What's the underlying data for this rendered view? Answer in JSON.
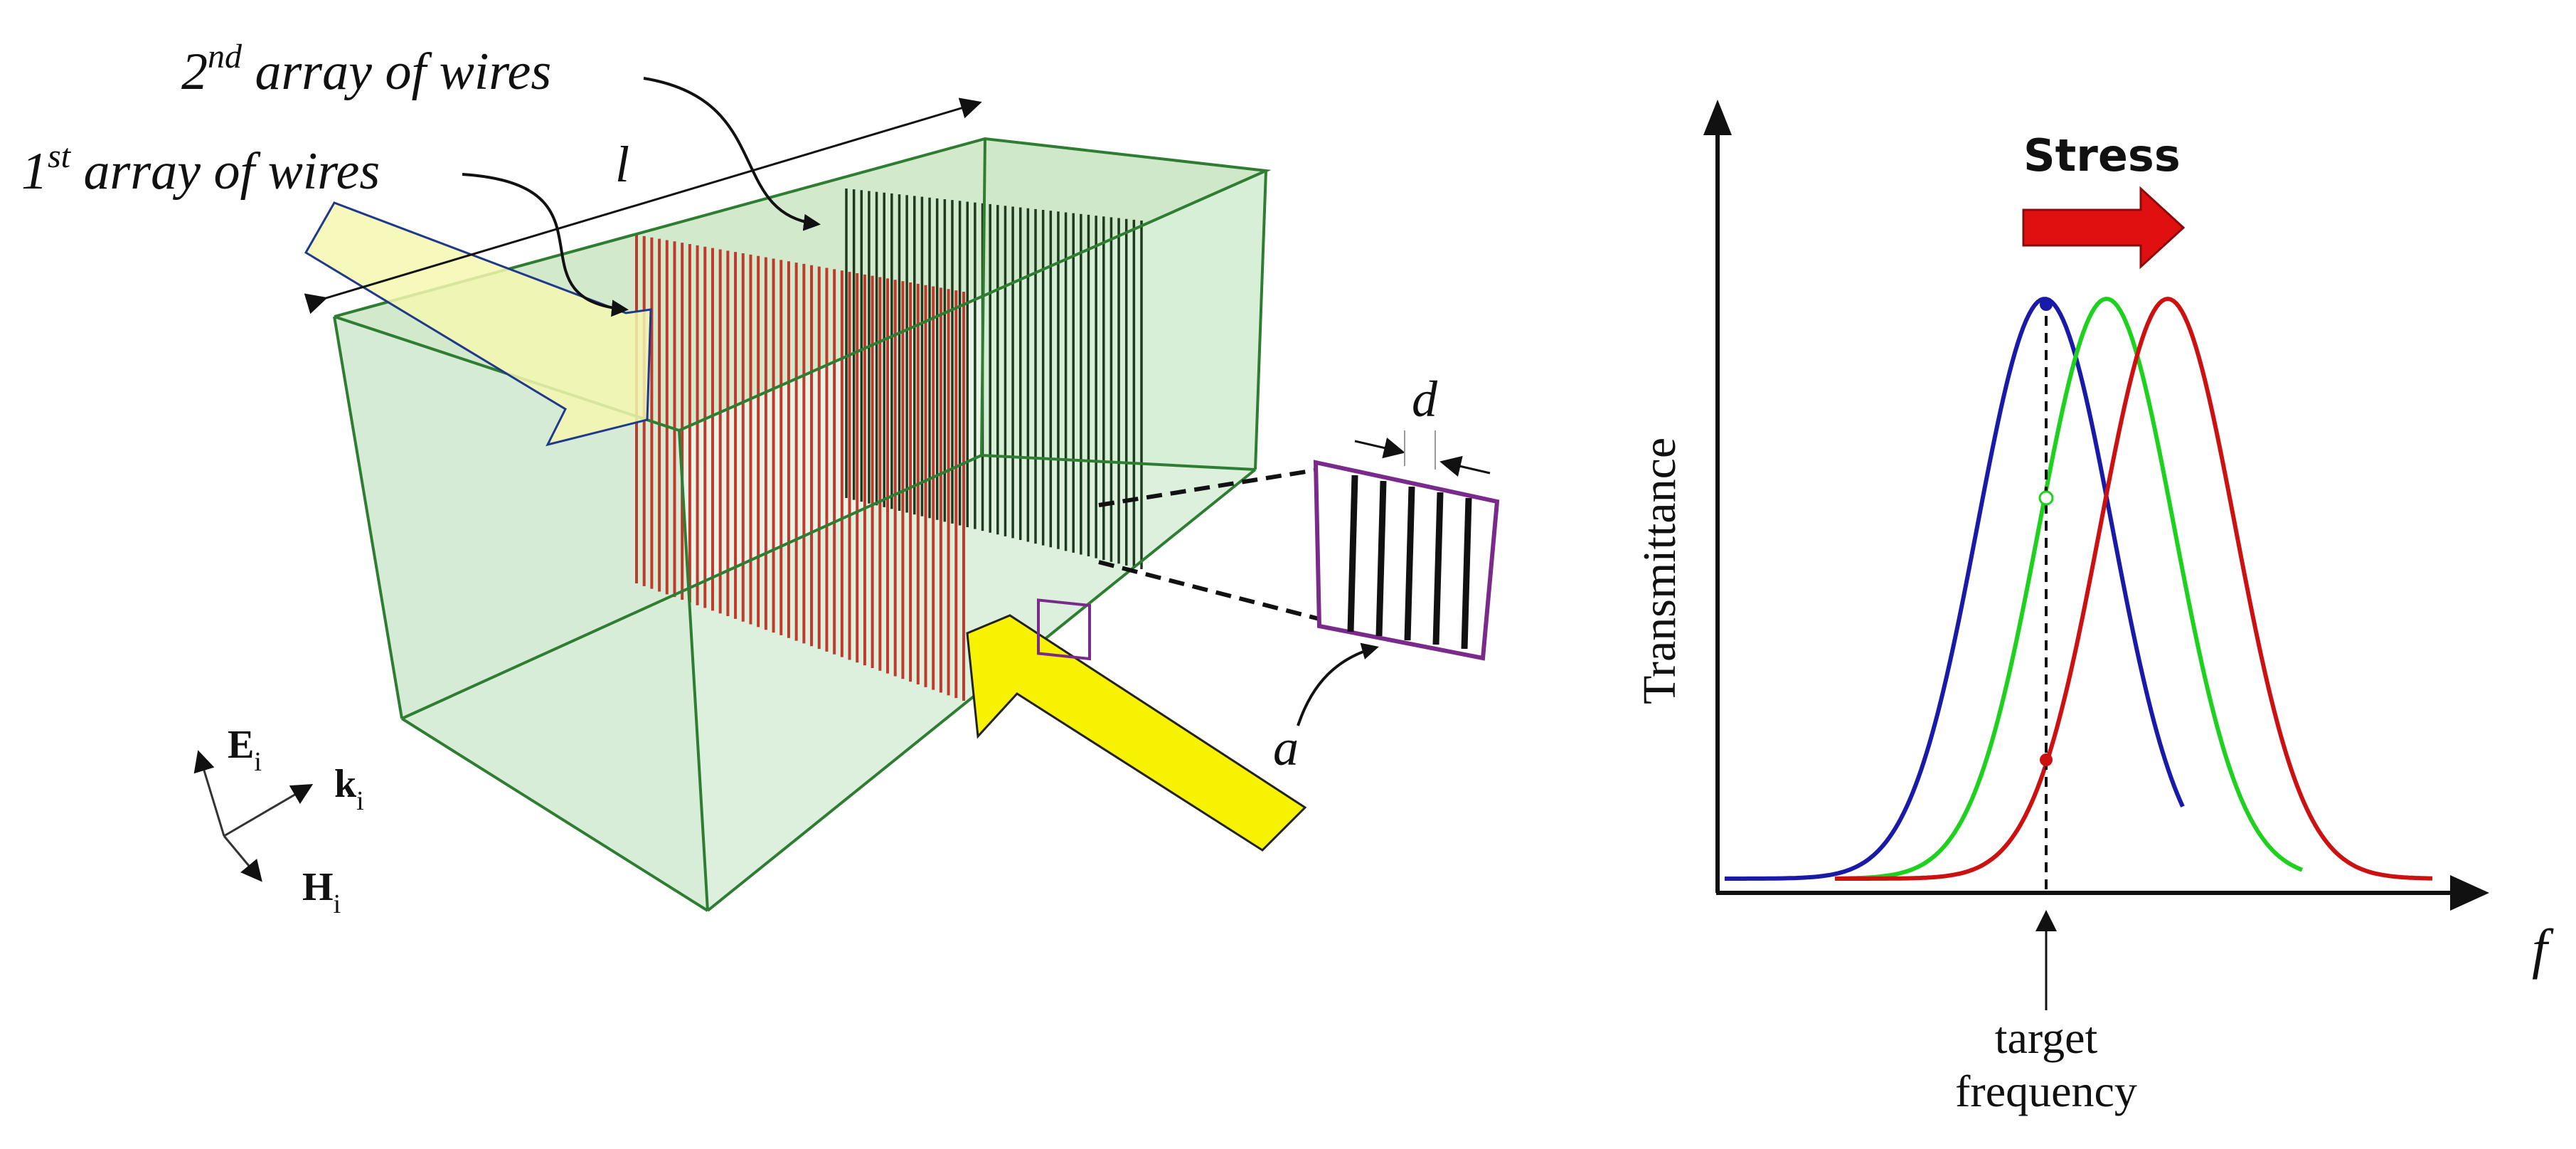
{
  "left_diagram": {
    "label_array2_base": "2",
    "label_array2_sup": "nd",
    "label_array2_rest": " array of wires",
    "label_array1_base": "1",
    "label_array1_sup": "st",
    "label_array1_rest": " array of wires",
    "label_length": "l",
    "label_spacing": "d",
    "label_width": "a",
    "axis_E": "E",
    "axis_k": "k",
    "axis_H": "H",
    "axis_subscript": "i",
    "colors": {
      "box_fill": "#cfe9cf",
      "box_edge": "#2e7d32",
      "wire_array_1": "#c0392b",
      "wire_array_2": "#1e3a1e",
      "incident_arrow": "#f7f300",
      "inset_frame": "#7a2a8a"
    }
  },
  "right_chart": {
    "ylabel": "Transmittance",
    "xlabel": "f",
    "stress_label": "Stress",
    "target_label_line1": "target",
    "target_label_line2": "frequency",
    "colors": {
      "stress_arrow": "#e01010",
      "curve_1": "#1a1aa8",
      "curve_2": "#1fd11f",
      "curve_3": "#cc1111"
    }
  }
}
